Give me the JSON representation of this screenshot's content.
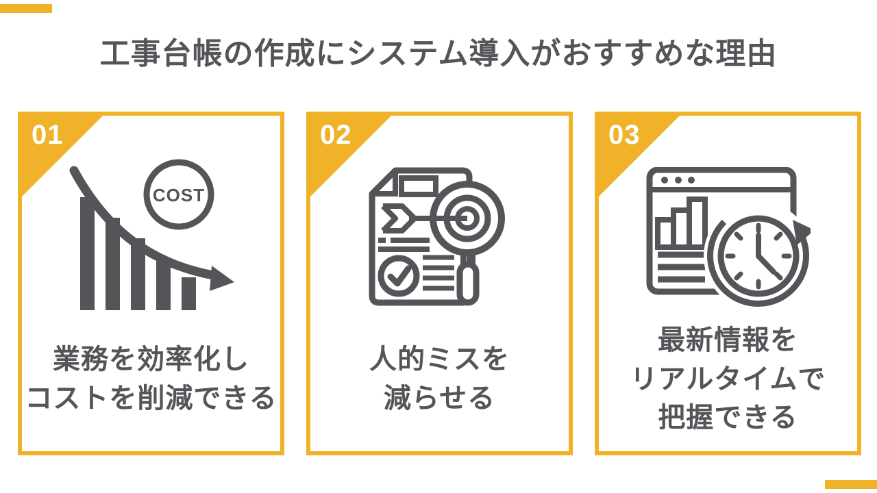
{
  "page": {
    "accent_color": "#efb229",
    "ink_color": "#545459",
    "background_color": "#ffffff"
  },
  "title": "工事台帳の作成にシステム導入がおすすめな理由",
  "cards": [
    {
      "number": "01",
      "icon": "cost-decline-chart-icon",
      "icon_text": "COST",
      "label_lines": [
        "業務を効率化し",
        "コストを削減できる"
      ]
    },
    {
      "number": "02",
      "icon": "document-target-magnifier-icon",
      "label_lines": [
        "人的ミスを",
        "減らせる"
      ]
    },
    {
      "number": "03",
      "icon": "browser-chart-clock-icon",
      "label_lines": [
        "最新情報を",
        "リアルタイムで",
        "把握できる"
      ]
    }
  ]
}
